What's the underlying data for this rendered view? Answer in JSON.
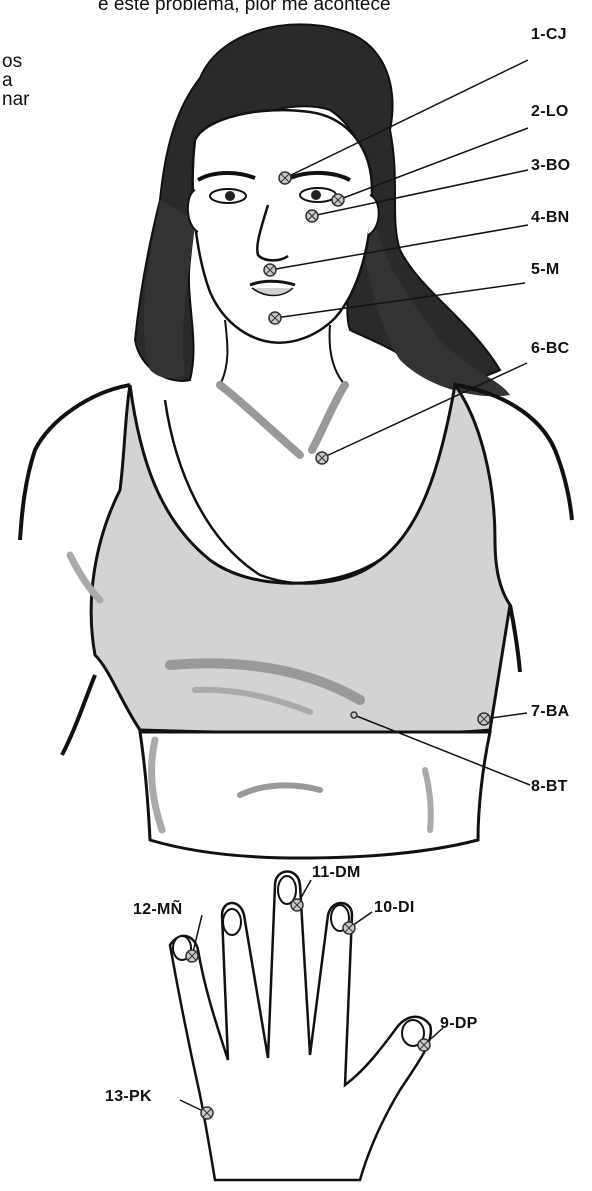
{
  "header_fragment": "e este problema, pior me acontece",
  "side_fragment": [
    "os",
    "a",
    "nar"
  ],
  "points": [
    {
      "code": "1-CJ"
    },
    {
      "code": "2-LO"
    },
    {
      "code": "3-BO"
    },
    {
      "code": "4-BN"
    },
    {
      "code": "5-M"
    },
    {
      "code": "6-BC"
    },
    {
      "code": "7-BA"
    },
    {
      "code": "8-BT"
    },
    {
      "code": "9-DP"
    },
    {
      "code": "10-DI"
    },
    {
      "code": "11-DM"
    },
    {
      "code": "12-MÑ"
    },
    {
      "code": "13-PK"
    }
  ]
}
